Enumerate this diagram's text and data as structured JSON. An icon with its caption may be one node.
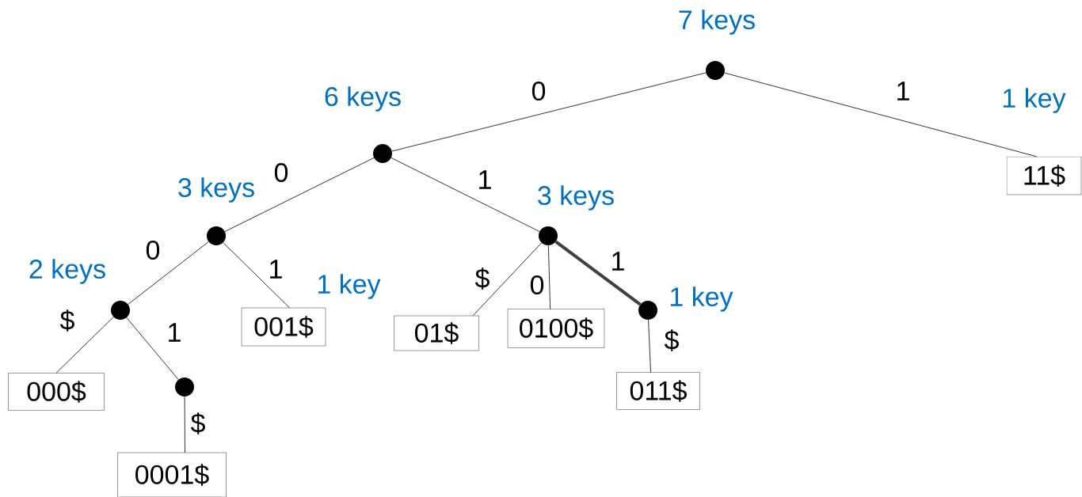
{
  "diagram": {
    "nodes": [
      {
        "text": [],
        "shape": "circle",
        "beside": [
          "7 keys"
        ]
      },
      {
        "text": [],
        "shape": "circle",
        "beside": [
          "6 keys"
        ]
      },
      {
        "text": [
          "11$"
        ],
        "beside": [
          "1 key"
        ]
      },
      {
        "text": [],
        "shape": "circle",
        "beside": [
          "3 keys"
        ]
      },
      {
        "text": [],
        "shape": "circle",
        "beside": [
          "3 keys"
        ]
      },
      {
        "text": [],
        "shape": "circle",
        "beside": [
          "2 keys"
        ]
      },
      {
        "text": [],
        "shape": "circle",
        "beside": [
          "1 key"
        ]
      },
      {
        "text": [
          "001$"
        ],
        "beside": [
          "1 key"
        ]
      },
      {
        "text": [
          "01$"
        ]
      },
      {
        "text": [
          "0100$"
        ]
      },
      {
        "text": [
          "000$"
        ]
      },
      {
        "text": [],
        "shape": "circle"
      },
      {
        "text": [
          "011$"
        ]
      },
      {
        "text": [
          "0001$"
        ]
      }
    ],
    "edges": [
      {
        "from": 0,
        "to": 1,
        "arrow": "none",
        "label": "0"
      },
      {
        "from": 0,
        "to": 2,
        "arrow": "none",
        "label": "1"
      },
      {
        "from": 1,
        "to": 3,
        "arrow": "none",
        "label": "0"
      },
      {
        "from": 1,
        "to": 4,
        "arrow": "none",
        "label": "1"
      },
      {
        "from": 3,
        "to": 5,
        "arrow": "none",
        "label": "0"
      },
      {
        "from": 3,
        "to": 7,
        "arrow": "none",
        "label": "1"
      },
      {
        "from": 4,
        "to": 8,
        "arrow": "none",
        "label": "$"
      },
      {
        "from": 4,
        "to": 9,
        "arrow": "none",
        "label": "0"
      },
      {
        "from": 4,
        "to": 6,
        "arrow": "none",
        "label": "1",
        "style": "thick",
        "color": "#404040"
      },
      {
        "from": 5,
        "to": 10,
        "arrow": "none",
        "label": "$"
      },
      {
        "from": 5,
        "to": 11,
        "arrow": "none",
        "label": "1"
      },
      {
        "from": 6,
        "to": 12,
        "arrow": "none",
        "label": "$"
      },
      {
        "from": 11,
        "to": 13,
        "arrow": "none",
        "label": "$"
      }
    ]
  }
}
